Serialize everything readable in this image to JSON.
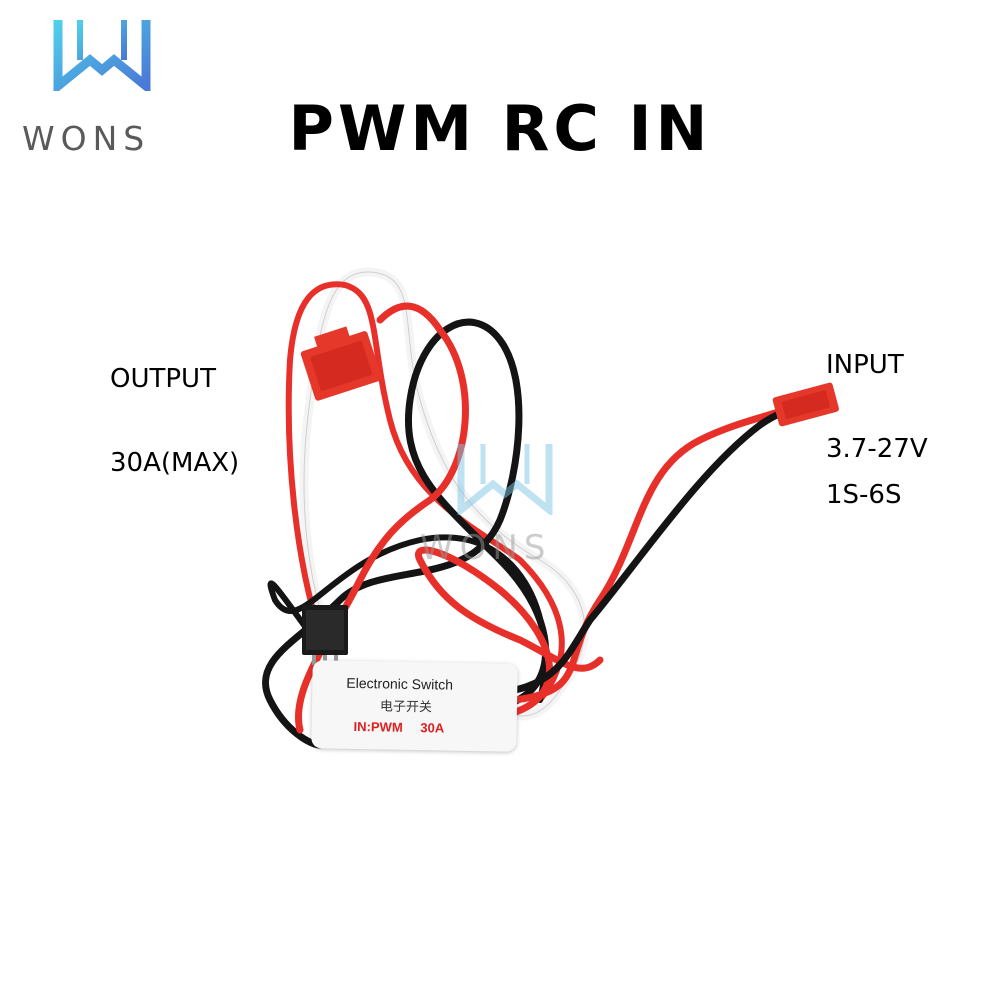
{
  "logo": {
    "text": "WONS",
    "icon": "wons-logo-icon",
    "colors": [
      "#43c6e8",
      "#4a7fd6"
    ]
  },
  "title": "PWM RC IN",
  "output": {
    "label": "OUTPUT",
    "rating": "30A(MAX)"
  },
  "input": {
    "label": "INPUT",
    "voltage": "3.7-27V",
    "cells": "1S-6S"
  },
  "device": {
    "line1": "Electronic Switch",
    "line2": "电子开关",
    "line3": "IN:PWM   30A"
  },
  "watermark": {
    "text": "WONS"
  },
  "colors": {
    "wire_red": "#e8302a",
    "wire_black": "#141414",
    "wire_white": "#f2f2f2",
    "connector_red": "#e6372b"
  }
}
